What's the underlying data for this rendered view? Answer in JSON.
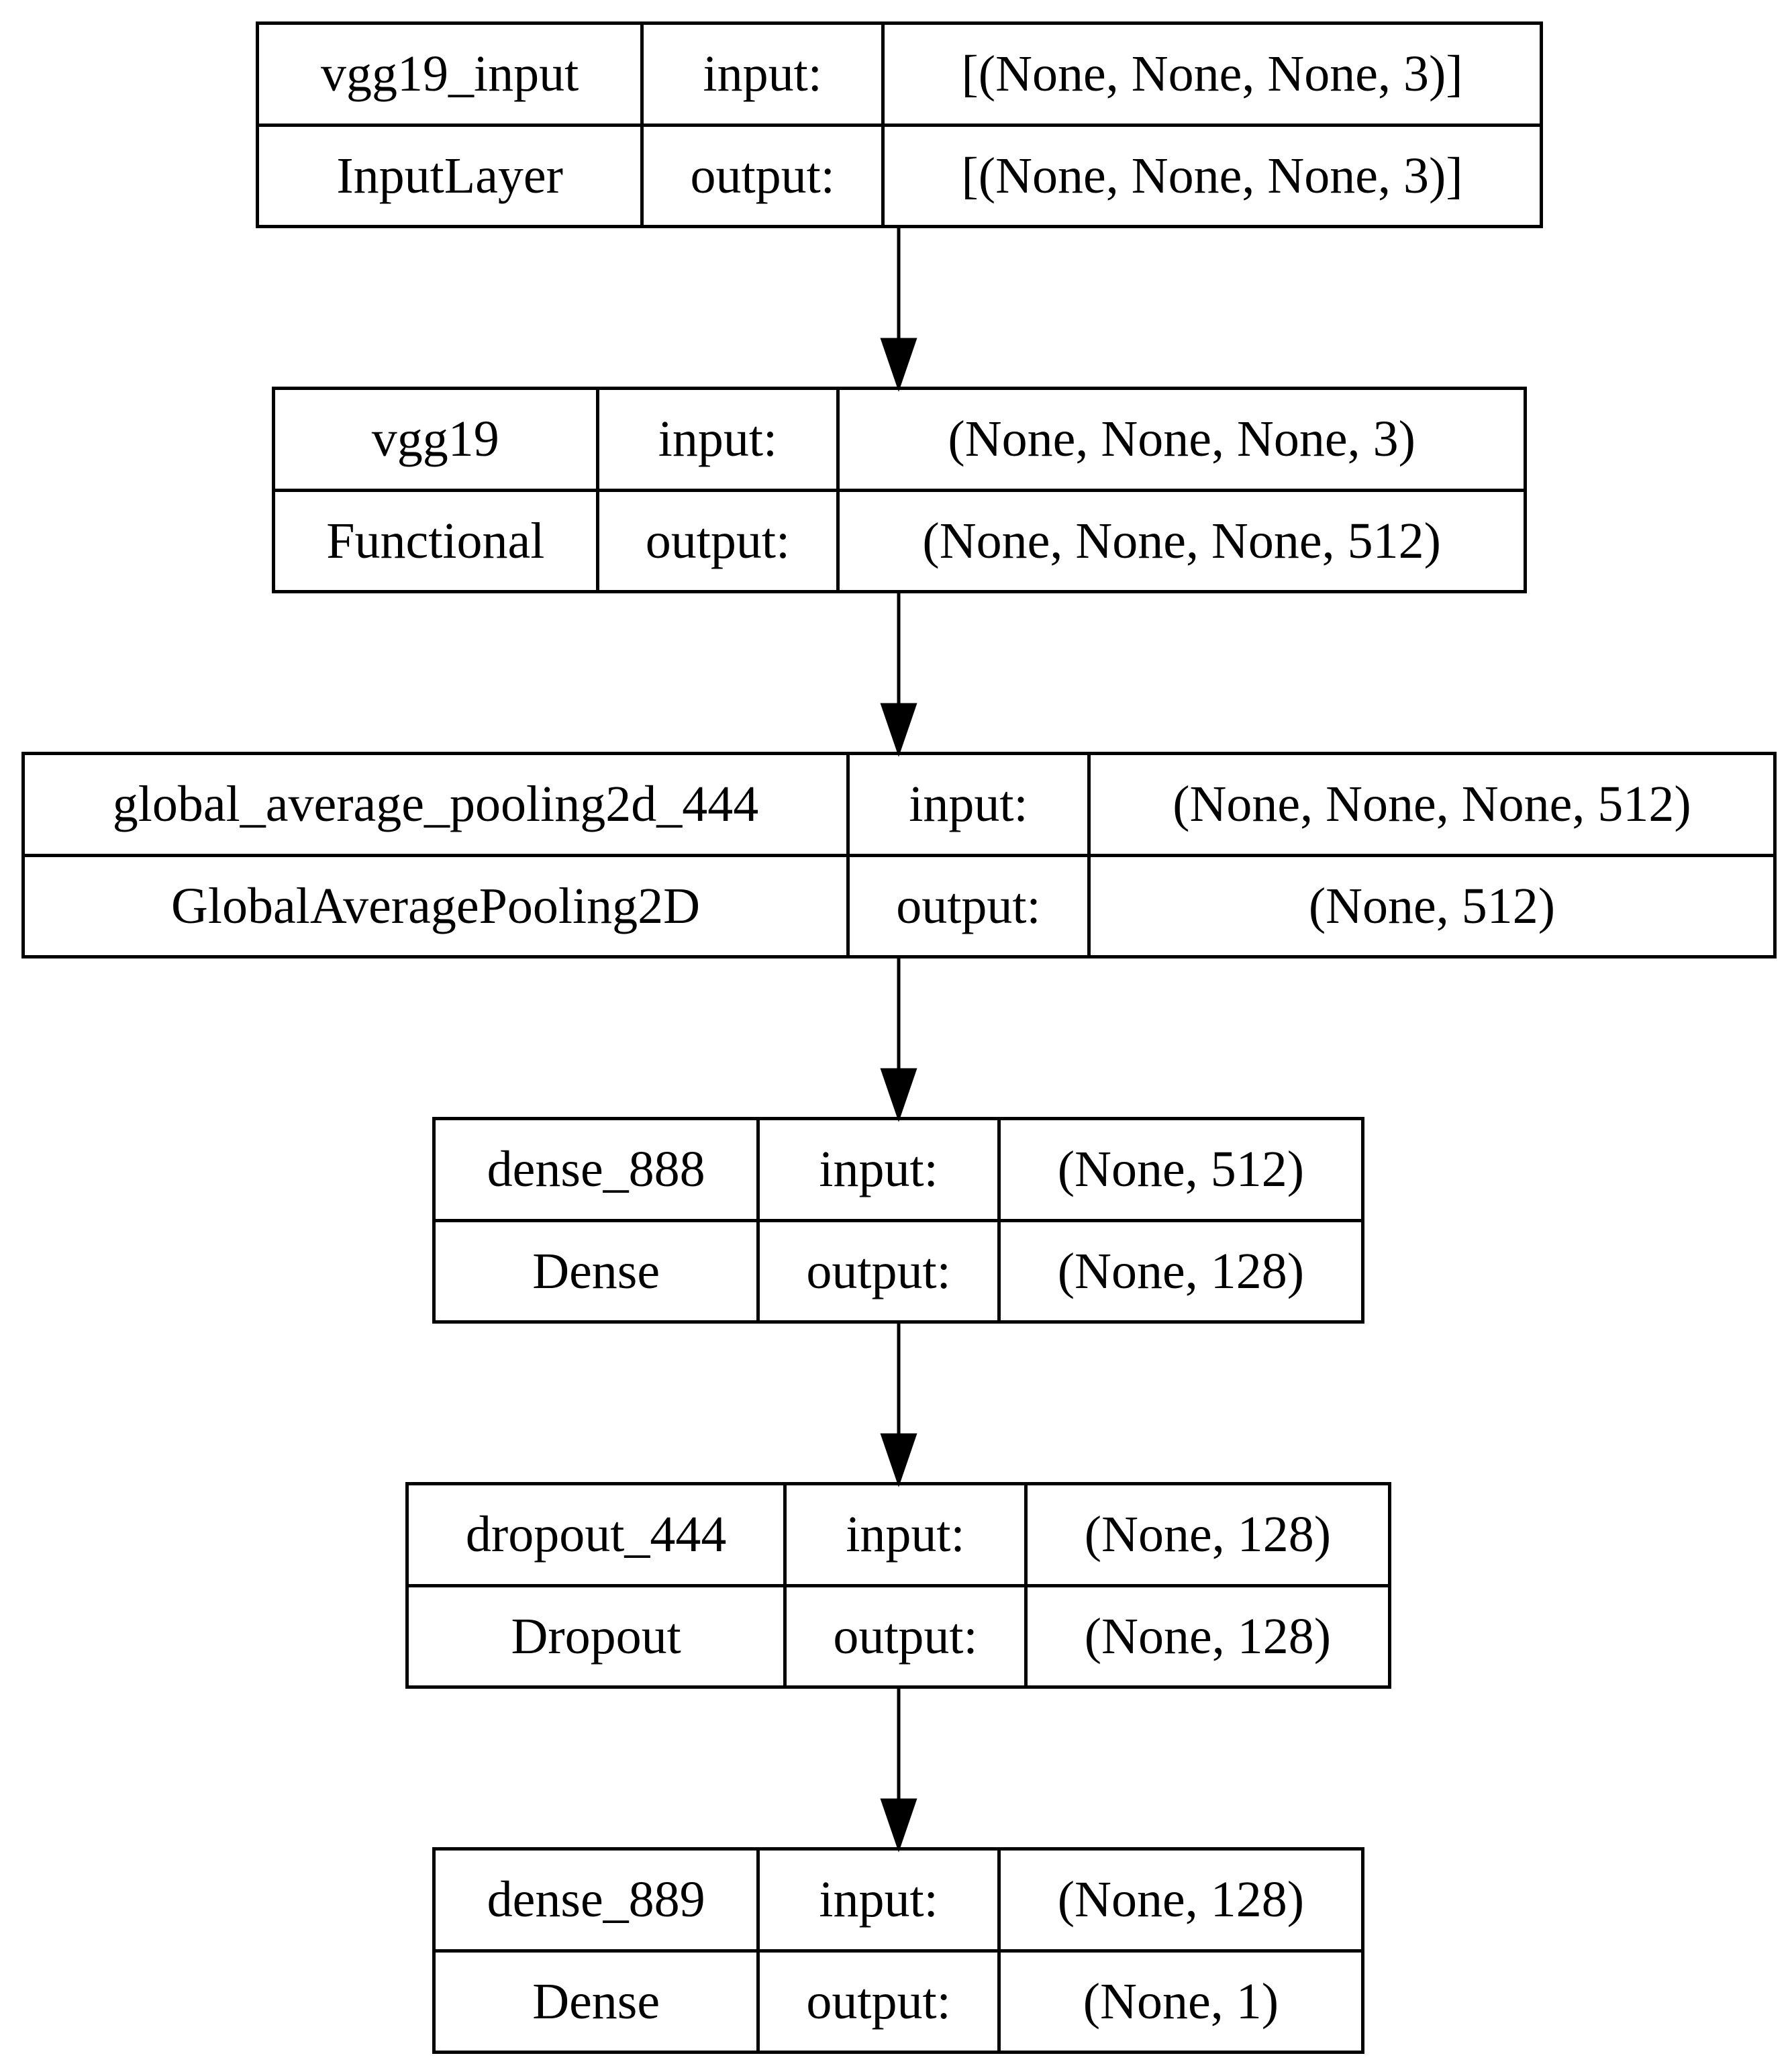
{
  "diagram": {
    "type": "keras-model-plot",
    "nodes": [
      {
        "name": "vgg19_input",
        "layer_type": "InputLayer",
        "input_label": "input:",
        "output_label": "output:",
        "input_shape": "[(None, None, None, 3)]",
        "output_shape": "[(None, None, None, 3)]"
      },
      {
        "name": "vgg19",
        "layer_type": "Functional",
        "input_label": "input:",
        "output_label": "output:",
        "input_shape": "(None, None, None, 3)",
        "output_shape": "(None, None, None, 512)"
      },
      {
        "name": "global_average_pooling2d_444",
        "layer_type": "GlobalAveragePooling2D",
        "input_label": "input:",
        "output_label": "output:",
        "input_shape": "(None, None, None, 512)",
        "output_shape": "(None, 512)"
      },
      {
        "name": "dense_888",
        "layer_type": "Dense",
        "input_label": "input:",
        "output_label": "output:",
        "input_shape": "(None, 512)",
        "output_shape": "(None, 128)"
      },
      {
        "name": "dropout_444",
        "layer_type": "Dropout",
        "input_label": "input:",
        "output_label": "output:",
        "input_shape": "(None, 128)",
        "output_shape": "(None, 128)"
      },
      {
        "name": "dense_889",
        "layer_type": "Dense",
        "input_label": "input:",
        "output_label": "output:",
        "input_shape": "(None, 128)",
        "output_shape": "(None, 1)"
      }
    ],
    "edges": [
      {
        "from": "vgg19_input",
        "to": "vgg19"
      },
      {
        "from": "vgg19",
        "to": "global_average_pooling2d_444"
      },
      {
        "from": "global_average_pooling2d_444",
        "to": "dense_888"
      },
      {
        "from": "dense_888",
        "to": "dropout_444"
      },
      {
        "from": "dropout_444",
        "to": "dense_889"
      }
    ],
    "colors": {
      "line": "#000000",
      "background": "#ffffff",
      "text": "#000000"
    }
  }
}
